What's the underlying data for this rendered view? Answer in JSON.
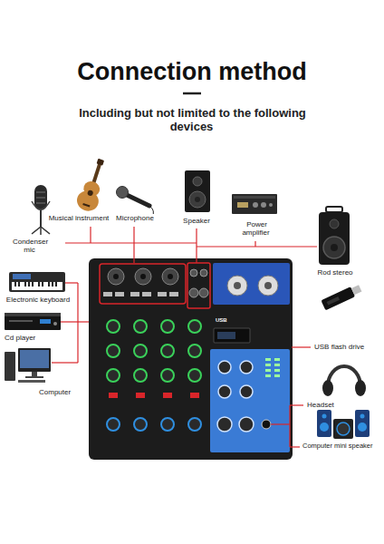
{
  "diagram": {
    "title": "Connection method",
    "labels": [
      "Including but not limited to the following devices",
      "Condenser mic",
      "Musical instrument",
      "Microphone",
      "Speaker",
      "Power amplifier",
      "Rod stereo",
      "Electronic keyboard",
      "Cd player",
      "Computer",
      "USB flash drive",
      "Headset",
      "Computer mini speaker",
      "USB"
    ]
  }
}
